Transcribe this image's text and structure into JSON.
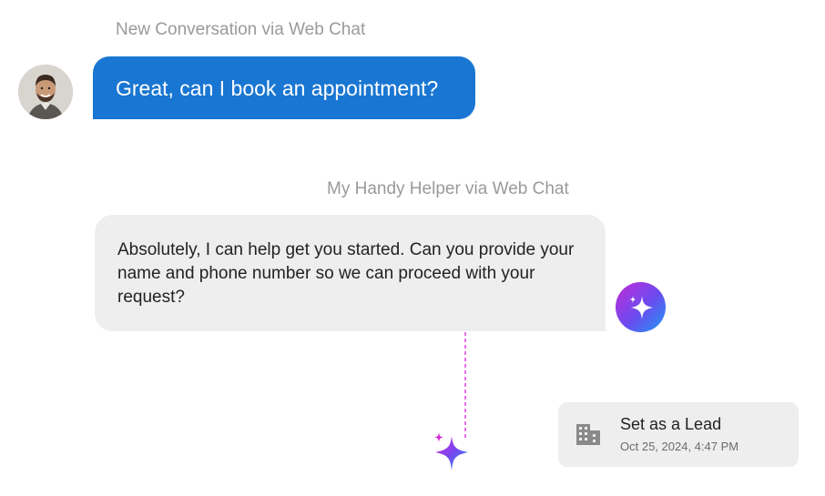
{
  "conversation": {
    "user_meta": "New Conversation via Web Chat",
    "user_message": "Great, can I book an appointment?",
    "bot_meta": "My Handy Helper via Web Chat",
    "bot_message": "Absolutely, I can help get you started. Can you provide your name and phone number so we can proceed with your request?"
  },
  "lead_event": {
    "title": "Set as a Lead",
    "timestamp": "Oct 25, 2024, 4:47 PM",
    "icon": "building-icon"
  },
  "icons": {
    "user_avatar": "avatar",
    "bot_avatar": "ai-sparkle-icon",
    "action_marker": "sparkle-icon"
  },
  "colors": {
    "user_bubble": "#1976d2",
    "bot_bubble": "#eeeeee",
    "meta_text": "#9a9a9a",
    "sparkle_gradient_start": "#c22ad6",
    "sparkle_gradient_end": "#1e9bf5"
  }
}
